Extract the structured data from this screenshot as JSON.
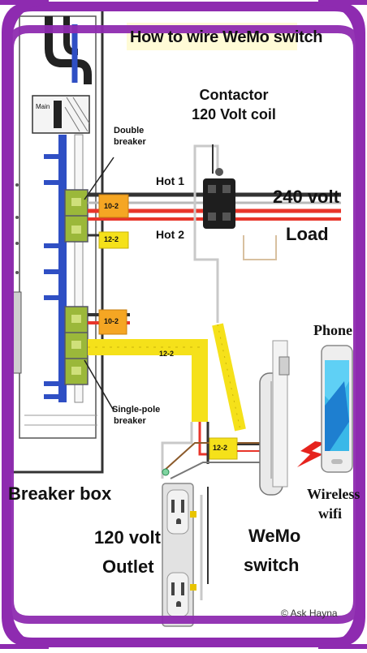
{
  "title": "How to wire WeMo switch",
  "labels": {
    "contactor_line1": "Contactor",
    "contactor_line2": "120 Volt coil",
    "double_breaker_line1": "Double",
    "double_breaker_line2": "breaker",
    "hot1": "Hot 1",
    "hot2": "Hot 2",
    "load_line1": "240 volt",
    "load_line2": "Load",
    "single_pole_line1": "Single-pole",
    "single_pole_line2": "breaker",
    "breaker_box": "Breaker box",
    "phone": "Phone",
    "wireless_line1": "Wireless",
    "wireless_line2": "wifi",
    "outlet_line1": "120 volt",
    "outlet_line2": "Outlet",
    "wemo_line1": "WeMo",
    "wemo_line2": "switch",
    "copyright": "© Ask Hayna",
    "main": "Main"
  },
  "cable_tags": {
    "c1": "10-2",
    "c2": "12-2",
    "c3": "10-2",
    "c4": "12-2",
    "c5": "12-2"
  },
  "colors": {
    "frame": "#8e2bb0",
    "hot_red": "#e8352a",
    "hot_black": "#333333",
    "neutral_white": "#f4f4f4",
    "cable_orange": "#f5a623",
    "cable_yellow": "#f5e11a",
    "breaker_green": "#9bb83a",
    "panel_blue": "#2f4fc4",
    "phone_cyan": "#3ab8e8",
    "wifi_red": "#e6231d"
  }
}
